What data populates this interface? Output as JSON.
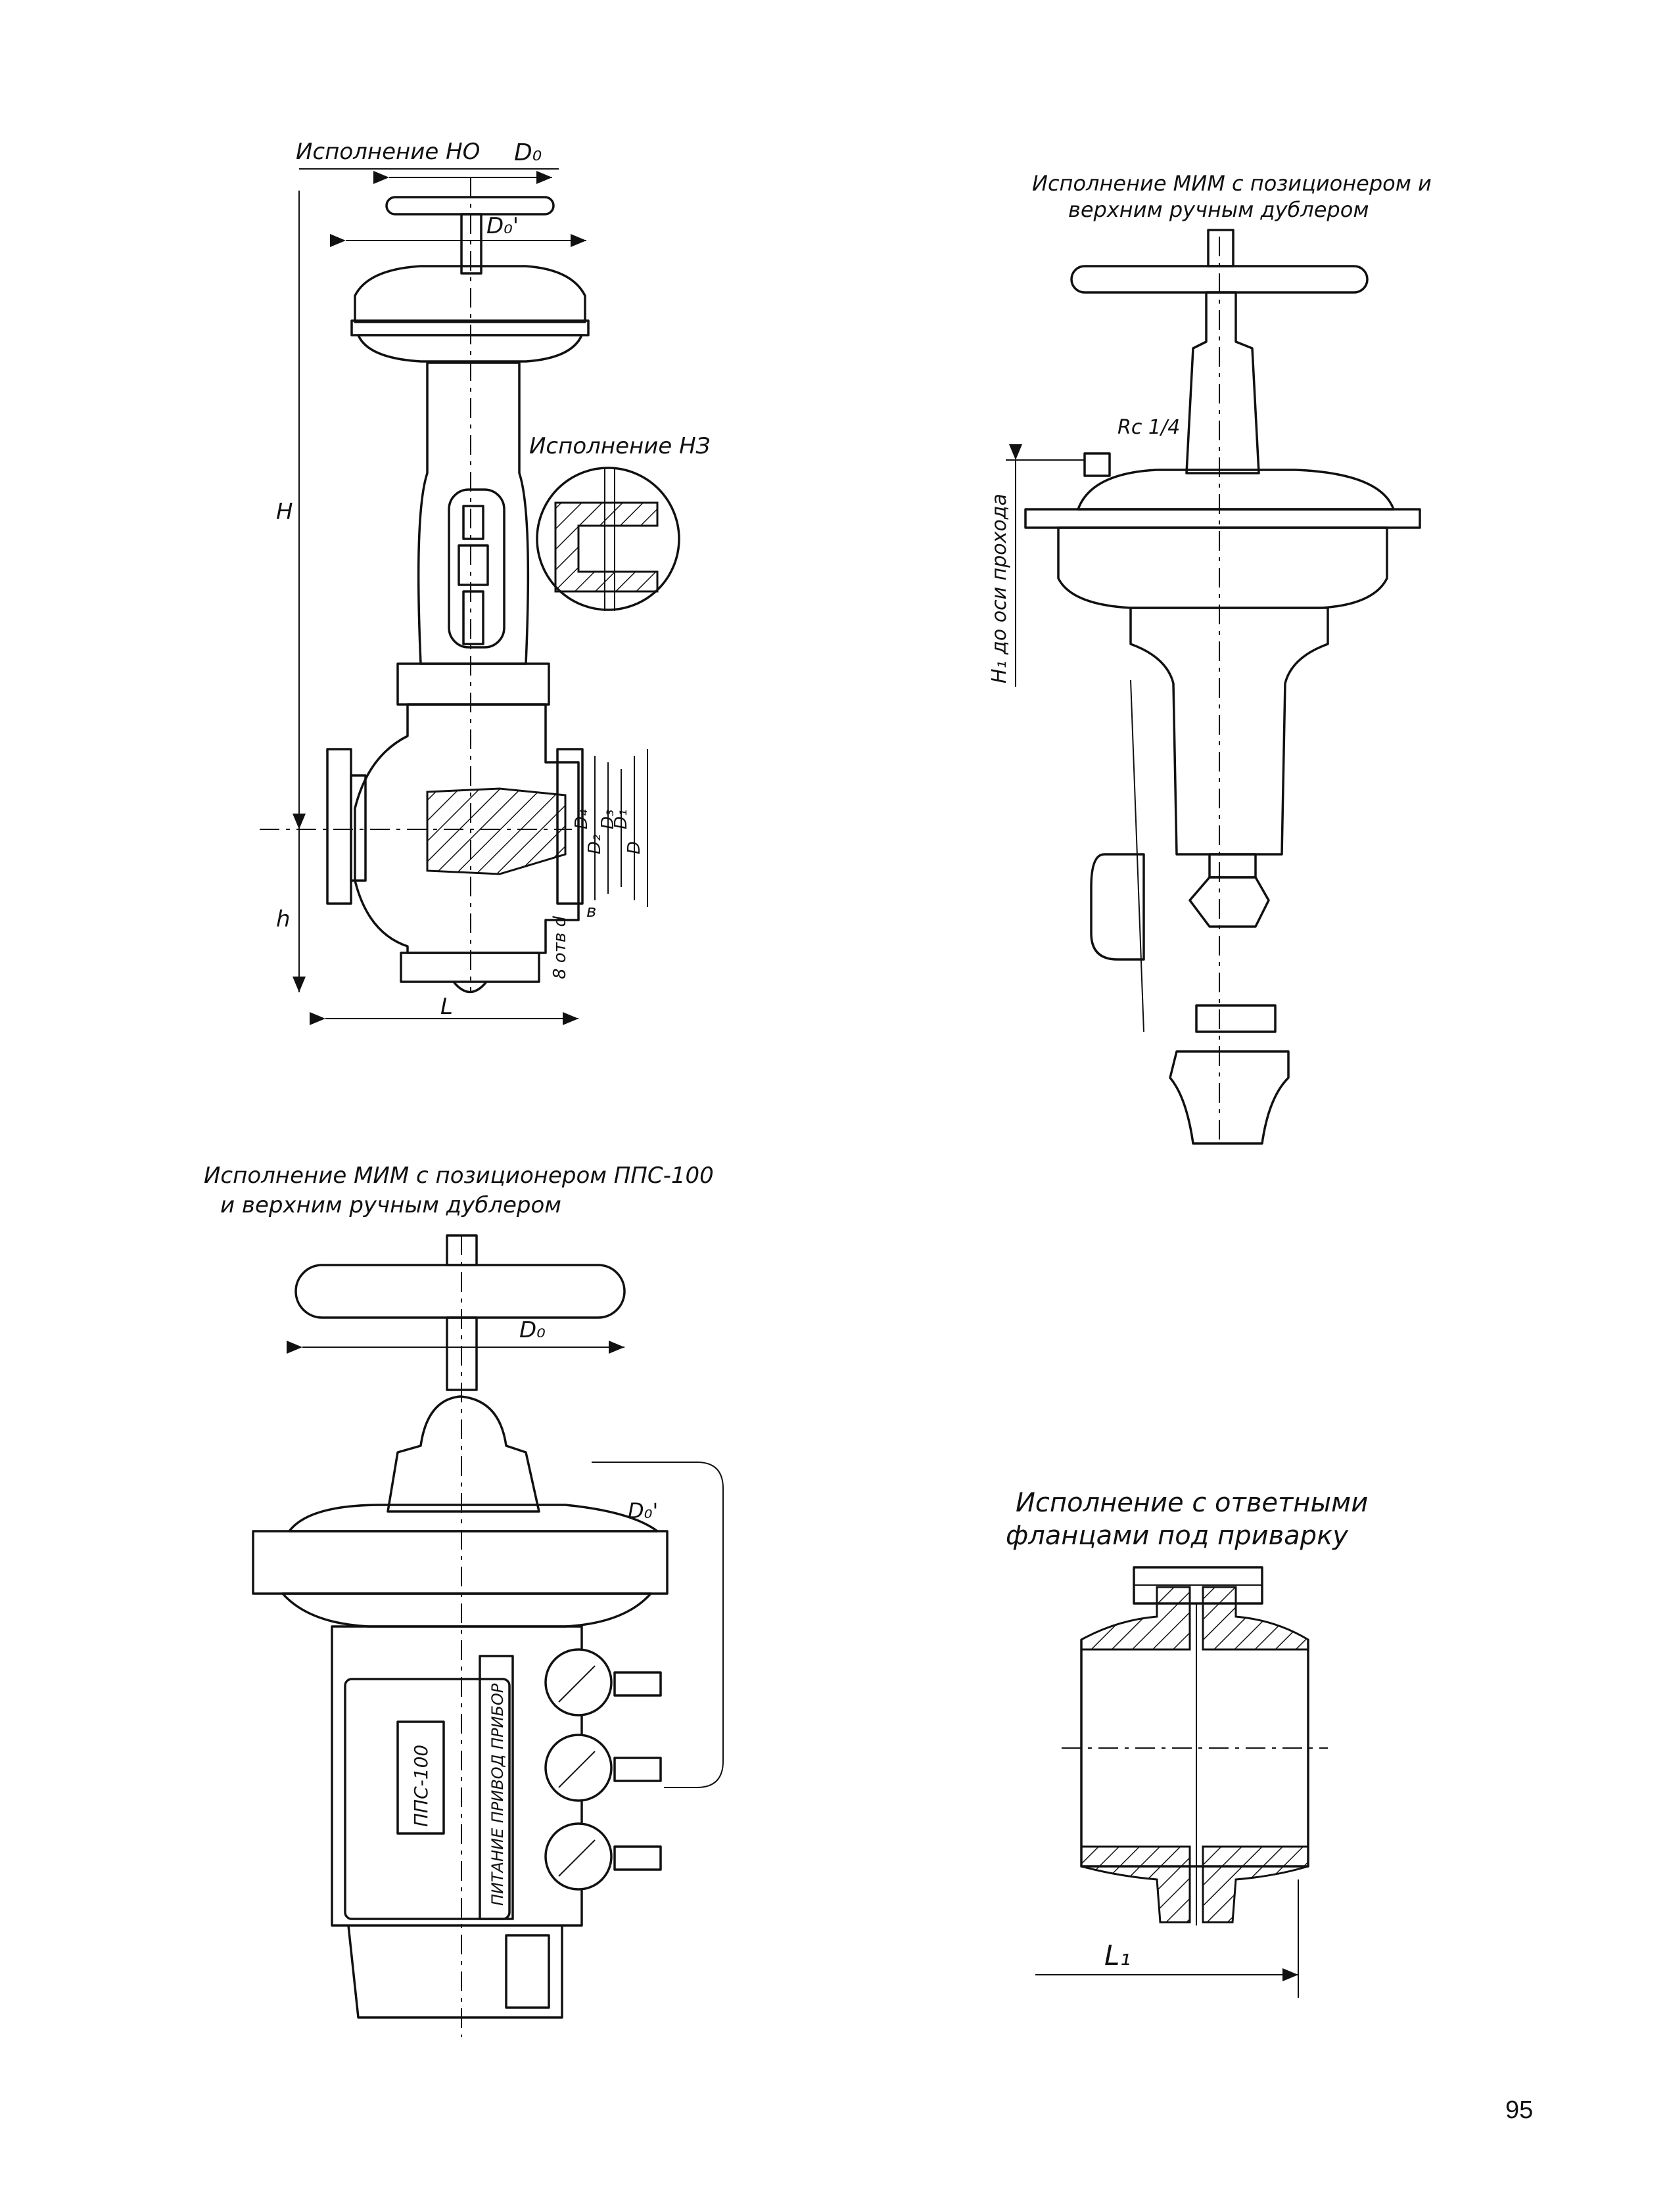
{
  "drawing_top_left": {
    "caption_no": "Исполнение НО",
    "caption_nz": "Исполнение НЗ",
    "dims": {
      "D0": "D₀",
      "D0_prime": "D₀'",
      "H": "H",
      "h": "h",
      "L": "L",
      "D": "D",
      "D1": "D₁",
      "D2": "D₂",
      "D3": "D₃",
      "D4": "D₄",
      "b": "в",
      "holes": "8 отв d"
    }
  },
  "drawing_top_right": {
    "caption_line1": "Исполнение МИМ   с позиционером и",
    "caption_line2": "верхним ручным дублером",
    "dim_rc": "Rc 1/4",
    "dim_h1": "H₁ до оси прохода"
  },
  "drawing_bottom_left": {
    "caption_line1": "Исполнение МИМ   с позиционером ППС-100",
    "caption_line2": "и верхним ручным дублером",
    "dim_d0": "D₀",
    "dim_d0_prime": "D₀'",
    "positioner_label": "ППС-100",
    "plate_text": "ПИТАНИЕ ПРИВОД ПРИБОР"
  },
  "drawing_bottom_right": {
    "caption_line1": "Исполнение с ответными",
    "caption_line2": "фланцами под приварку",
    "dim_l1": "L₁"
  },
  "page_number": "95"
}
